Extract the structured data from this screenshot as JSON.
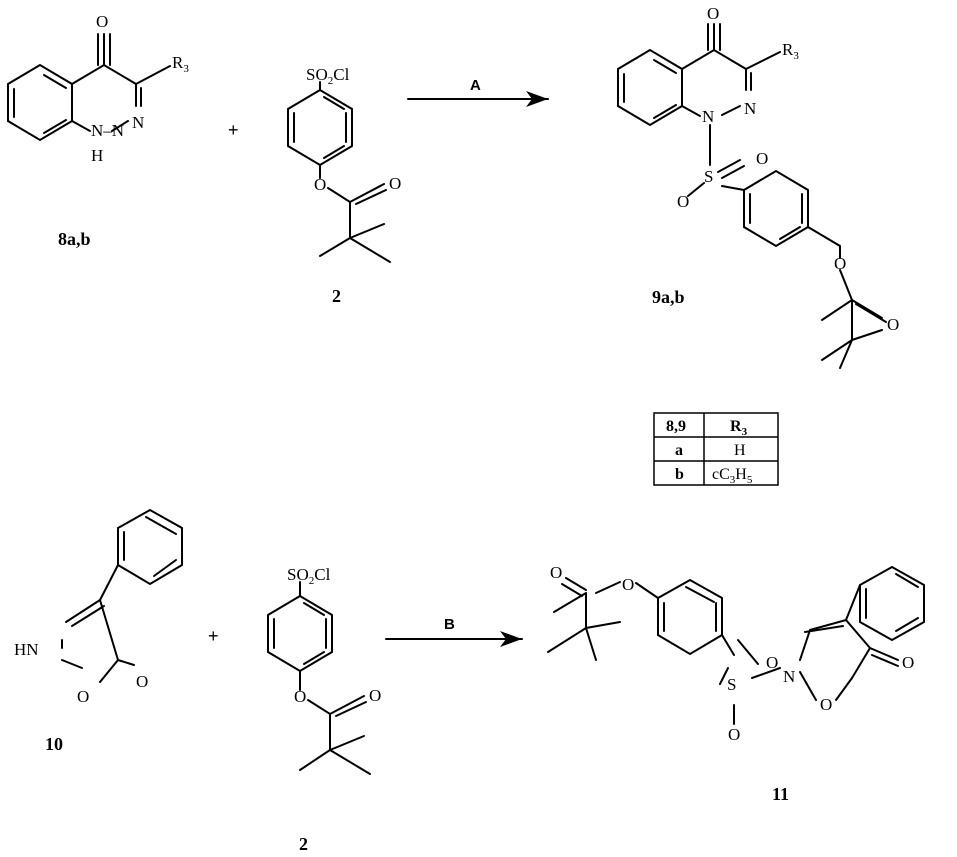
{
  "scheme": {
    "reaction_top": {
      "reagent_label": "A",
      "plus": "+",
      "sm1": {
        "id": "8a,b",
        "substituent": "R",
        "sub_index": "3",
        "atoms": {
          "carbonyl_o": "O",
          "n": "N",
          "nh": "H"
        }
      },
      "sm2": {
        "id": "2",
        "group": "SO",
        "group_index": "2",
        "group_tail": "Cl",
        "ester_o": "O",
        "carbonyl_o": "O"
      },
      "product": {
        "id": "9a,b",
        "substituent": "R",
        "sub_index": "3",
        "atoms": {
          "carbonyl_o": "O",
          "n": "N",
          "s": "S",
          "so_o1": "O",
          "so_o2": "O",
          "ester_o": "O",
          "ester_co": "O"
        }
      }
    },
    "reaction_bottom": {
      "reagent_label": "B",
      "plus": "+",
      "sm1": {
        "id": "10",
        "atoms": {
          "hn": "HN",
          "ring_o": "O",
          "carbonyl_o": "O"
        }
      },
      "sm2": {
        "id": "2",
        "group": "SO",
        "group_index": "2",
        "group_tail": "Cl",
        "ester_o": "O",
        "carbonyl_o": "O"
      },
      "product": {
        "id": "11",
        "atoms": {
          "carbonyl_o": "O",
          "ester_o": "O",
          "s": "S",
          "so_o1": "O",
          "so_o2": "O",
          "n": "N",
          "ring_o": "O",
          "lactone_o": "O"
        }
      }
    },
    "substituent_table": {
      "header": [
        "8,9",
        "R"
      ],
      "header_sub": "3",
      "rows": [
        {
          "cmpd": "a",
          "r": "H",
          "r_sub1": "",
          "r_mid": "",
          "r_sub2": ""
        },
        {
          "cmpd": "b",
          "r": "cC",
          "r_sub1": "3",
          "r_mid": "H",
          "r_sub2": "5"
        }
      ]
    }
  }
}
